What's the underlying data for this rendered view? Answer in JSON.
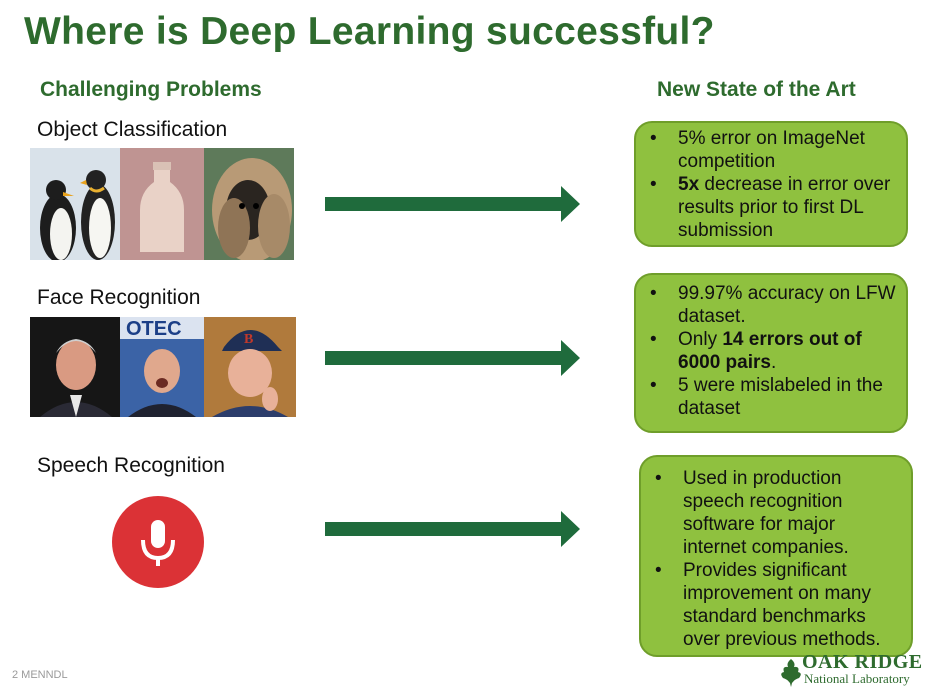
{
  "slide": {
    "title": "Where is Deep Learning successful?",
    "left_heading": "Challenging Problems",
    "right_heading": "New State of the Art",
    "footer": "2  MENNDL"
  },
  "rows": [
    {
      "label": "Object Classification",
      "bullets": [
        [
          "5% error on ImageNet competition"
        ],
        [
          "5x",
          " decrease in error over results prior to first DL submission"
        ]
      ]
    },
    {
      "label": "Face Recognition",
      "bullets": [
        [
          "99.97% accuracy on LFW dataset."
        ],
        [
          "Only ",
          "14 errors out of 6000 pairs",
          "."
        ],
        [
          "5 were mislabeled in the dataset"
        ]
      ]
    },
    {
      "label": "Speech Recognition",
      "bullets": [
        [
          "Used in production speech recognition software for major internet companies."
        ],
        [
          "Provides significant improvement on many standard benchmarks over previous methods."
        ]
      ]
    }
  ],
  "logo": {
    "line1": "OAK RIDGE",
    "line2": "National Laboratory",
    "icon": "oak-leaf-icon"
  },
  "colors": {
    "title_green": "#2e6b2e",
    "bubble_green": "#8fc13f",
    "arrow_green": "#1f6b3c",
    "mic_red": "#db3236"
  }
}
